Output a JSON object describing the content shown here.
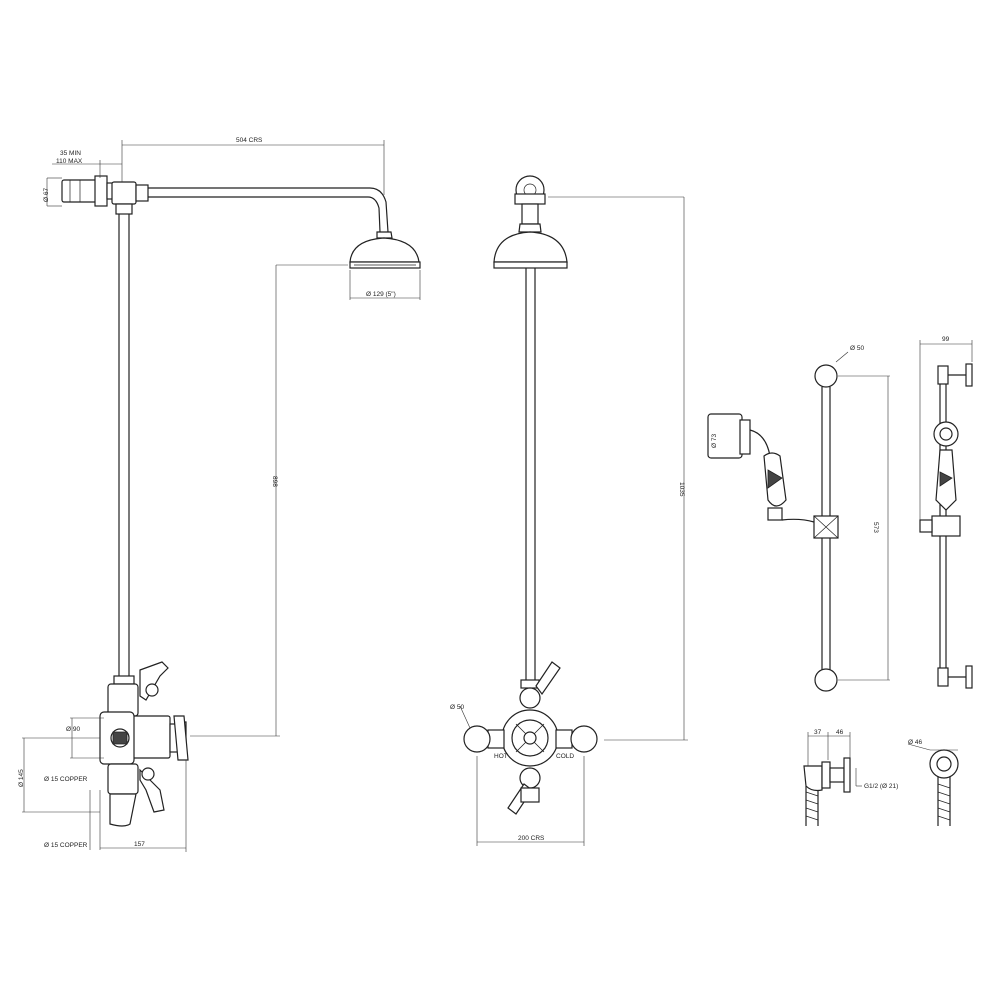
{
  "side_view": {
    "dim_arm_length": "504 CRS",
    "dim_wall_depth_min": "35 MIN",
    "dim_wall_depth_max": "110 MAX",
    "dim_wall_flange_dia": "Ø 67",
    "dim_head_dia": "Ø 129 (5\")",
    "dim_riser_height": "898",
    "dim_valve_knob_dia": "Ø 90",
    "dim_valve_height": "Ø 145",
    "dim_copper_upper": "Ø 15 COPPER",
    "dim_copper_lower": "Ø 15 COPPER",
    "dim_projection": "157"
  },
  "front_view": {
    "dim_total_height": "1035",
    "dim_handle_dia": "Ø 50",
    "label_hot": "HOT",
    "label_cold": "COLD",
    "dim_inlet_centres": "200 CRS"
  },
  "handset_kit": {
    "dim_handset_dia": "Ø 73",
    "dim_bracket_dia": "Ø 50",
    "dim_rail_length": "573",
    "dim_rail_depth": "99"
  },
  "wall_outlet": {
    "dim_depth_a": "37",
    "dim_depth_b": "46",
    "dim_thread": "G1/2 (Ø 21)",
    "dim_flange_dia": "Ø 46"
  }
}
